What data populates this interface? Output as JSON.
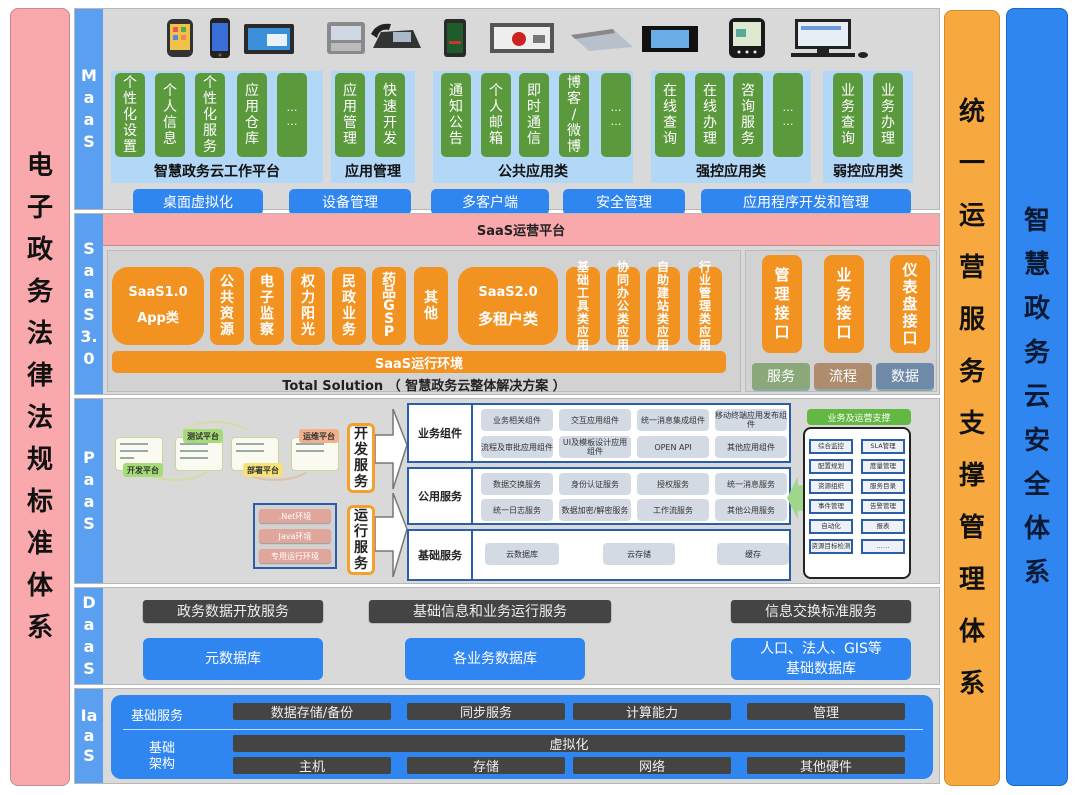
{
  "left_column": {
    "title": "电子政务法律法规标准体系",
    "color": "#f9a9ab"
  },
  "ops_column": {
    "title": "统一运营服务支撑管理体系",
    "color": "#f7a940"
  },
  "security_column": {
    "title": "智慧政务云安全体系",
    "color": "#2f86f0"
  },
  "layers": {
    "maas": {
      "tag": "MaaS",
      "devices": [
        "tablet-icon",
        "smartphone-icon",
        "tablet-landscape-icon",
        "pda-icon",
        "desk-phone-icon",
        "feature-phone-icon",
        "portable-tv-icon",
        "laptop-icon",
        "wide-tablet-icon",
        "kiosk-terminal-icon",
        "desktop-computer-icon"
      ],
      "groups": [
        {
          "label": "智慧政务云工作平台",
          "tiles": [
            "个性化设置",
            "个人信息",
            "个性化服务",
            "应用仓库",
            "……"
          ]
        },
        {
          "label": "应用管理",
          "tiles": [
            "应用管理",
            "快速开发"
          ]
        },
        {
          "label": "公共应用类",
          "tiles": [
            "通知公告",
            "个人邮箱",
            "即时通信",
            "博客/微博",
            "……"
          ]
        },
        {
          "label": "强控应用类",
          "tiles": [
            "在线查询",
            "在线办理",
            "咨询服务",
            "……"
          ]
        },
        {
          "label": "弱控应用类",
          "tiles": [
            "业务查询",
            "业务办理"
          ]
        }
      ],
      "buttons": [
        "桌面虚拟化",
        "设备管理",
        "多客户端",
        "安全管理",
        "应用程序开发和管理"
      ]
    },
    "saas": {
      "tag": "SaaS3.0",
      "ops_platform": "SaaS运营平台",
      "saas1": {
        "line1": "SaaS1.0",
        "line2": "App类"
      },
      "saas1_apps": [
        "公共资源",
        "电子监察",
        "权力阳光",
        "民政业务",
        "药品GSP",
        "其他"
      ],
      "saas2": {
        "line1": "SaaS2.0",
        "line2": "多租户类"
      },
      "saas2_apps": [
        "基础工具类应用",
        "协同办公类应用",
        "自助建站类应用",
        "行业管理类应用"
      ],
      "runtime": "SaaS运行环境",
      "total_solution": "Total Solution （ 智慧政务云整体解决方案 ）",
      "interfaces": [
        "管理接口",
        "业务接口",
        "仪表盘接口"
      ],
      "interface_types": [
        {
          "label": "服务",
          "color": "#8aa87a"
        },
        {
          "label": "流程",
          "color": "#b08c6e"
        },
        {
          "label": "数据",
          "color": "#6f8aa8"
        }
      ]
    },
    "paas": {
      "tag": "PaaS",
      "platforms": [
        "开发平台",
        "测试平台",
        "部署平台",
        "运维平台"
      ],
      "dev_service": "开发服务",
      "run_service": "运行服务",
      "environments": [
        ".Net环境",
        "Java环境",
        "专用运行环境"
      ],
      "rows": [
        {
          "label": "业务组件",
          "cells": [
            "业务相关组件",
            "交互应用组件",
            "统一消息集成组件",
            "移动终端应用发布组件",
            "流程及审批应用组件",
            "UI及模板设计应用组件",
            "OPEN API",
            "其他应用组件"
          ]
        },
        {
          "label": "公用服务",
          "cells": [
            "数据交换服务",
            "身份认证服务",
            "授权服务",
            "统一消息服务",
            "统一日志服务",
            "数据加密/解密服务",
            "工作流服务",
            "其他公用服务"
          ]
        },
        {
          "label": "基础服务",
          "cells": [
            "云数据库",
            "云存储",
            "缓存"
          ]
        }
      ],
      "ops_support": {
        "title": "业务及运营支撑",
        "items": [
          "综合监控",
          "SLA管理",
          "配置规划",
          "度量管理",
          "资源组织",
          "服务目录",
          "事件管理",
          "告警管理",
          "自动化",
          "报表",
          "资源目标检测",
          "……"
        ]
      }
    },
    "daas": {
      "tag": "DaaS",
      "services": [
        "政务数据开放服务",
        "基础信息和业务运行服务",
        "信息交换标准服务"
      ],
      "databases": [
        "元数据库",
        "各业务数据库"
      ],
      "base_db": {
        "line1": "人口、法人、GIS等",
        "line2": "基础数据库"
      }
    },
    "iaas": {
      "tag": "IaaS",
      "basic_services_label": "基础服务",
      "basic_services": [
        "数据存储/备份",
        "同步服务",
        "计算能力",
        "管理"
      ],
      "infra_label": {
        "line1": "基础",
        "line2": "架构"
      },
      "virtualization": "虚拟化",
      "hardware": [
        "主机",
        "存储",
        "网络",
        "其他硬件"
      ]
    }
  }
}
